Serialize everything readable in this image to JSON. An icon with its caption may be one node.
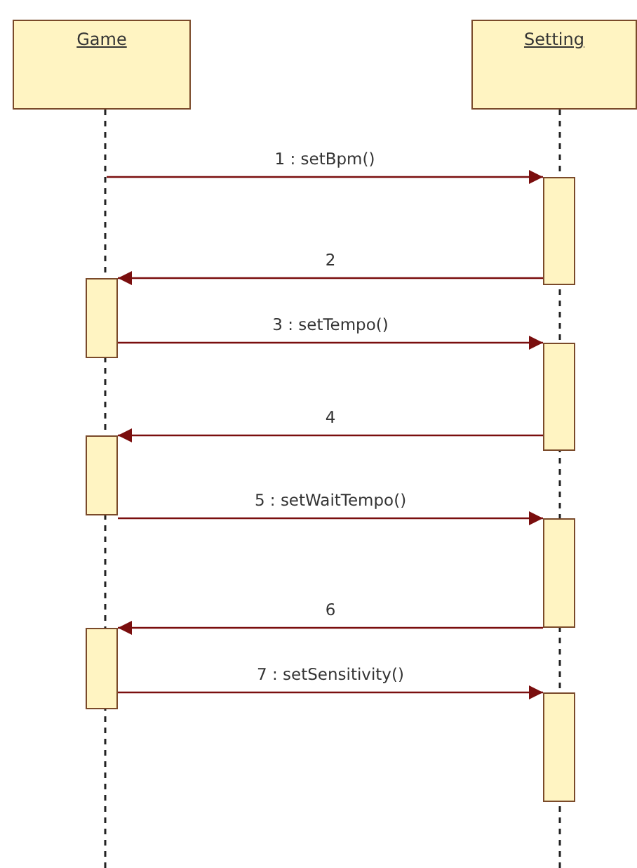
{
  "diagram": {
    "nodes": [
      {
        "text": [
          "Game"
        ]
      },
      {
        "text": [
          "Setting"
        ]
      },
      {
        "text": [],
        "shape": "bar"
      },
      {
        "text": [],
        "shape": "bar"
      },
      {
        "text": [],
        "shape": "bar"
      },
      {
        "text": [],
        "shape": "bar"
      },
      {
        "text": [],
        "shape": "bar"
      },
      {
        "text": [],
        "shape": "bar"
      },
      {
        "text": [],
        "shape": "bar"
      }
    ],
    "edges": [
      {
        "from": null,
        "to": 2,
        "arrow": "to",
        "label": "1 : setBpm()"
      },
      {
        "from": 2,
        "to": 3,
        "arrow": "to",
        "label": "2"
      },
      {
        "from": 3,
        "to": 4,
        "arrow": "to",
        "label": "3 : setTempo()"
      },
      {
        "from": 4,
        "to": 5,
        "arrow": "to",
        "label": "4"
      },
      {
        "from": 5,
        "to": 6,
        "arrow": "to",
        "label": "5 : setWaitTempo()"
      },
      {
        "from": 6,
        "to": 7,
        "arrow": "to",
        "label": "6"
      },
      {
        "from": 7,
        "to": 8,
        "arrow": "to",
        "label": "7 : setSensitivity()"
      }
    ]
  }
}
